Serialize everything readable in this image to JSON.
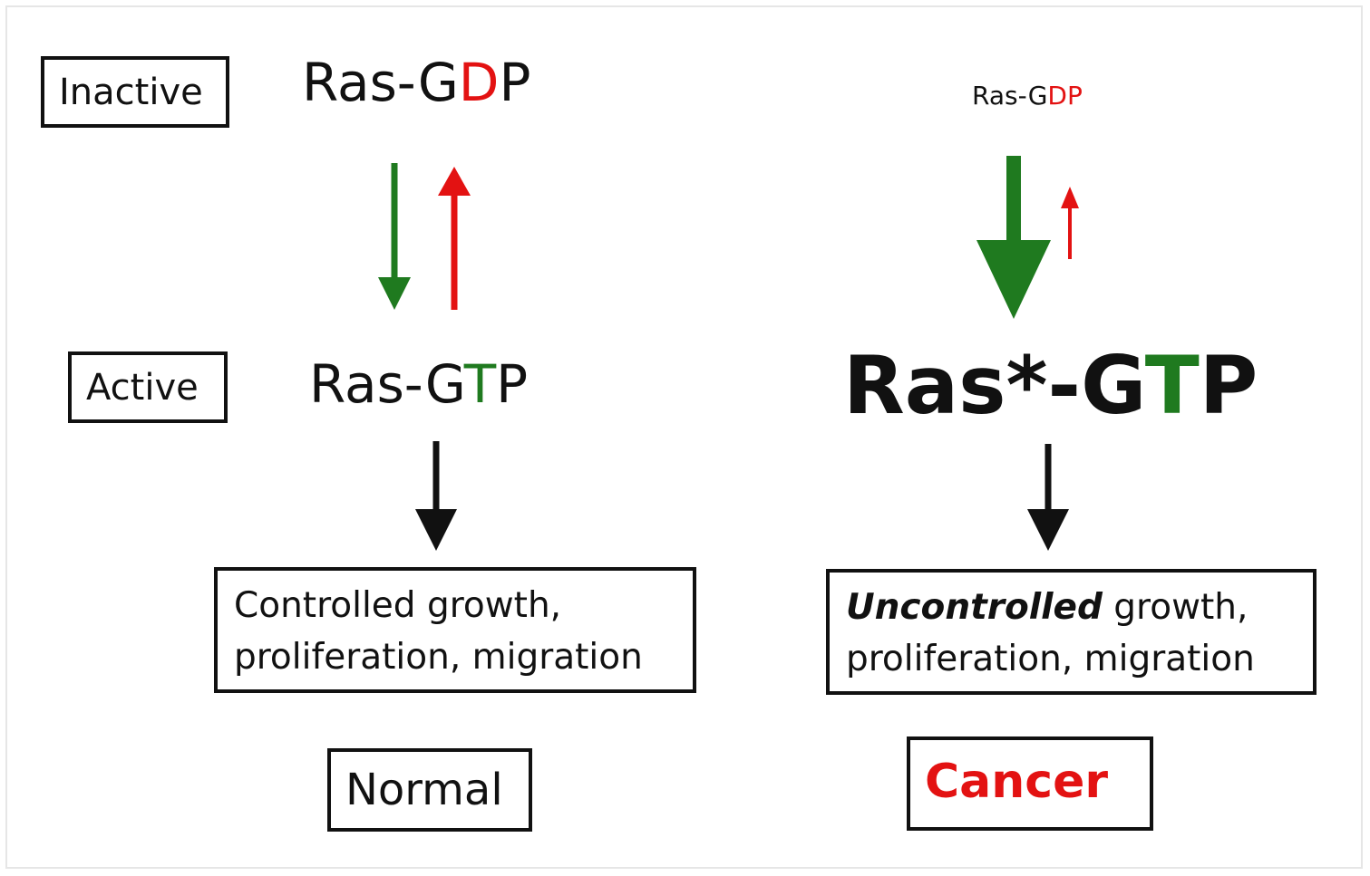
{
  "left": {
    "inactive_label": "Inactive",
    "active_label": "Active",
    "gdp": {
      "prefix": "Ras-G",
      "highlight": "D",
      "suffix": "P"
    },
    "gtp": {
      "prefix": "Ras-G",
      "highlight": "T",
      "suffix": "P"
    },
    "outcome": {
      "line1": "Controlled growth,",
      "line2": "proliferation, migration"
    },
    "result": "Normal"
  },
  "right": {
    "gdp": {
      "prefix": "Ras-G",
      "highlight": "D",
      "suffix": "P"
    },
    "gtp": {
      "prefix": "Ras*-G",
      "highlight": "T",
      "suffix": "P"
    },
    "outcome": {
      "line1_emphasis": "Uncontrolled",
      "line1_rest": " growth,",
      "line2": "proliferation, migration"
    },
    "result": "Cancer"
  },
  "colors": {
    "gdp_letter": "#e31212",
    "gtp_letter": "#1f7a1f",
    "activation_arrow": "#1f7a1f",
    "inactivation_arrow": "#e31212",
    "signal_arrow": "#111111",
    "cancer_text": "#e31212"
  }
}
